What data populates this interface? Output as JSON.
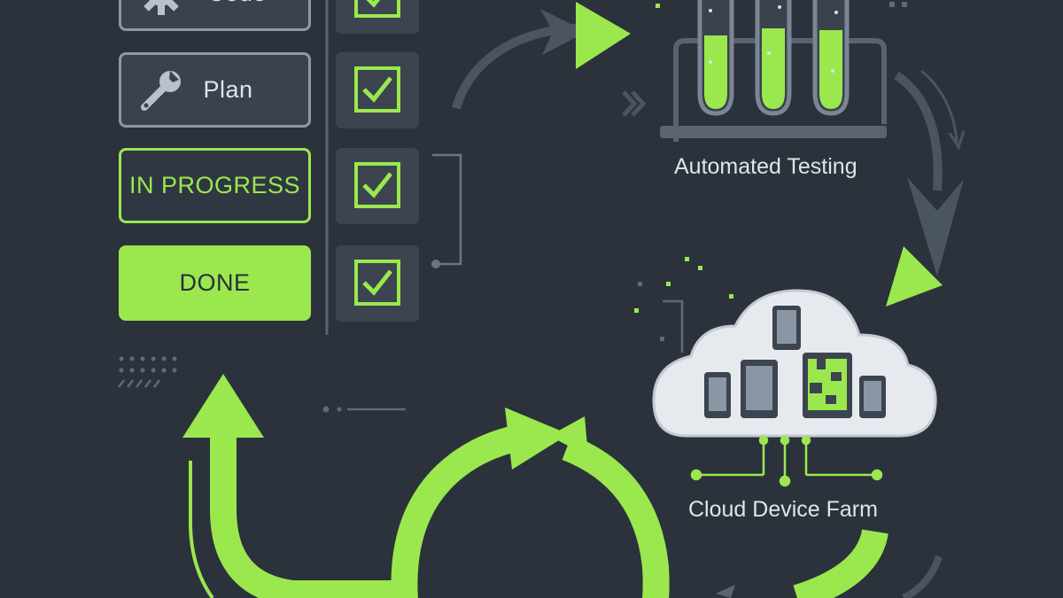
{
  "stages": [
    {
      "label": "Code",
      "icon": "gear-icon",
      "state": "neutral"
    },
    {
      "label": "Plan",
      "icon": "wrench-icon",
      "state": "neutral"
    },
    {
      "label": "IN PROGRESS",
      "icon": "",
      "state": "progress"
    },
    {
      "label": "DONE",
      "icon": "",
      "state": "done"
    }
  ],
  "testing": {
    "label": "Automated Testing"
  },
  "device_farm": {
    "label": "Cloud Device Farm"
  },
  "colors": {
    "background": "#2b323c",
    "accent": "#9be84e",
    "panel": "#3a424d",
    "muted": "#5a6470",
    "cloud": "#e6eaef"
  }
}
